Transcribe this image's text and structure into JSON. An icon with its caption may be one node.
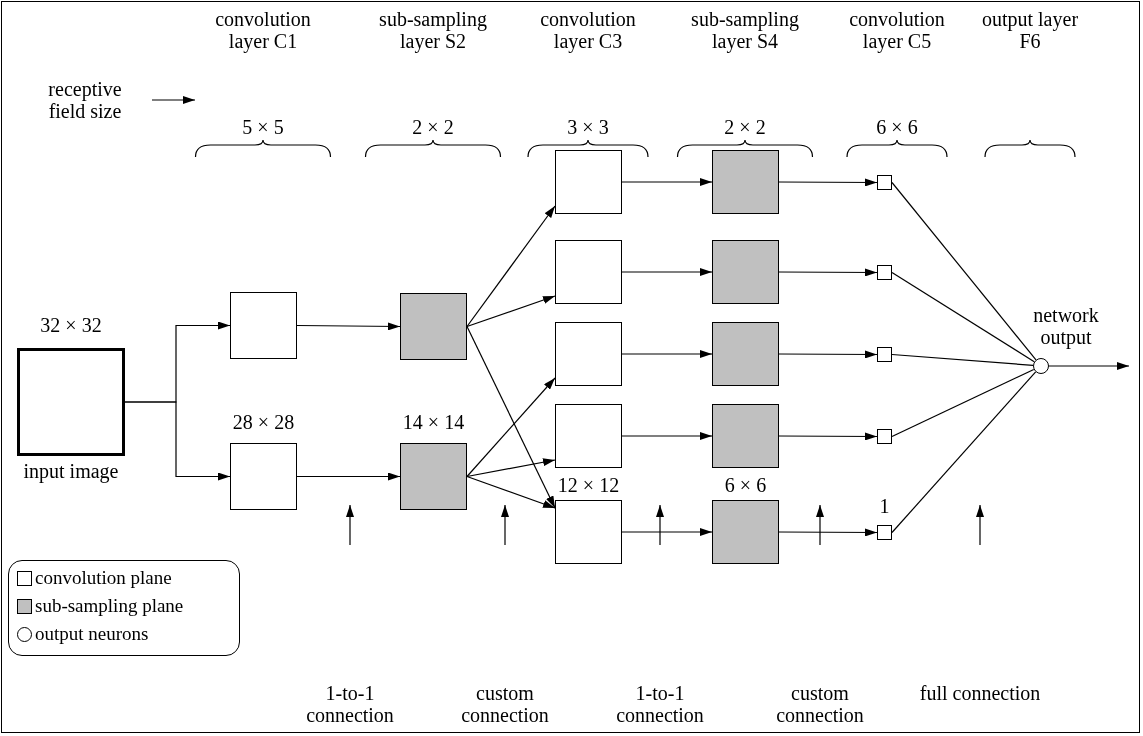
{
  "diagram": {
    "nodes": [
      {
        "text": [],
        "shape": "box",
        "beside": [
          "32 × 32",
          "input image"
        ]
      },
      {
        "text": [],
        "shape": "box"
      },
      {
        "text": [],
        "shape": "box",
        "beside": [
          "28 × 28"
        ]
      },
      {
        "text": [],
        "shape": "box"
      },
      {
        "text": [],
        "shape": "box",
        "beside": [
          "14 × 14"
        ]
      },
      {
        "text": [],
        "shape": "box"
      },
      {
        "text": [],
        "shape": "box"
      },
      {
        "text": [],
        "shape": "box"
      },
      {
        "text": [],
        "shape": "box"
      },
      {
        "text": [],
        "shape": "box",
        "beside": [
          "12 × 12"
        ]
      },
      {
        "text": [],
        "shape": "box"
      },
      {
        "text": [],
        "shape": "box"
      },
      {
        "text": [],
        "shape": "box"
      },
      {
        "text": [],
        "shape": "box"
      },
      {
        "text": [],
        "shape": "box",
        "beside": [
          "6 × 6"
        ]
      },
      {
        "text": [],
        "shape": "box"
      },
      {
        "text": [],
        "shape": "box"
      },
      {
        "text": [],
        "shape": "box"
      },
      {
        "text": [],
        "shape": "box"
      },
      {
        "text": [],
        "shape": "box",
        "beside": [
          "1"
        ]
      },
      {
        "text": [],
        "shape": "circle",
        "beside": [
          "network output"
        ]
      }
    ],
    "edges": [
      {
        "from": 0,
        "to": 1,
        "arrow": "to"
      },
      {
        "from": 0,
        "to": 2,
        "arrow": "to"
      },
      {
        "from": 1,
        "to": 3,
        "arrow": "to"
      },
      {
        "from": 2,
        "to": 4,
        "arrow": "to"
      },
      {
        "from": 3,
        "to": 5,
        "arrow": "to"
      },
      {
        "from": 3,
        "to": 6,
        "arrow": "to"
      },
      {
        "from": 3,
        "to": 9,
        "arrow": "to"
      },
      {
        "from": 4,
        "to": 7,
        "arrow": "to"
      },
      {
        "from": 4,
        "to": 8,
        "arrow": "to"
      },
      {
        "from": 4,
        "to": 9,
        "arrow": "to"
      },
      {
        "from": 5,
        "to": 10,
        "arrow": "to"
      },
      {
        "from": 6,
        "to": 11,
        "arrow": "to"
      },
      {
        "from": 7,
        "to": 12,
        "arrow": "to"
      },
      {
        "from": 8,
        "to": 13,
        "arrow": "to"
      },
      {
        "from": 9,
        "to": 14,
        "arrow": "to"
      },
      {
        "from": 10,
        "to": 15,
        "arrow": "to"
      },
      {
        "from": 11,
        "to": 16,
        "arrow": "to"
      },
      {
        "from": 12,
        "to": 17,
        "arrow": "to"
      },
      {
        "from": 13,
        "to": 18,
        "arrow": "to"
      },
      {
        "from": 14,
        "to": 19,
        "arrow": "to"
      },
      {
        "from": 15,
        "to": 20,
        "arrow": "none"
      },
      {
        "from": 16,
        "to": 20,
        "arrow": "none"
      },
      {
        "from": 17,
        "to": 20,
        "arrow": "none"
      },
      {
        "from": 18,
        "to": 20,
        "arrow": "none"
      },
      {
        "from": 19,
        "to": 20,
        "arrow": "none"
      },
      {
        "from": 20,
        "to": null,
        "arrow": "to"
      }
    ],
    "labels": [
      "convolution layer C1",
      "sub-sampling layer S2",
      "convolution layer C3",
      "sub-sampling layer S4",
      "convolution layer C5",
      "output layer F6",
      "receptive field size",
      "5 × 5",
      "2 × 2",
      "3 × 3",
      "2 × 2",
      "6 × 6",
      "1-to-1 connection",
      "custom connection",
      "1-to-1 connection",
      "custom connection",
      "full connection"
    ],
    "legend": [
      {
        "text": "convolution plane",
        "color": "#ffffff"
      },
      {
        "text": "sub-sampling plane",
        "color": "#c0c0c0"
      },
      {
        "text": "output neurons"
      }
    ]
  }
}
